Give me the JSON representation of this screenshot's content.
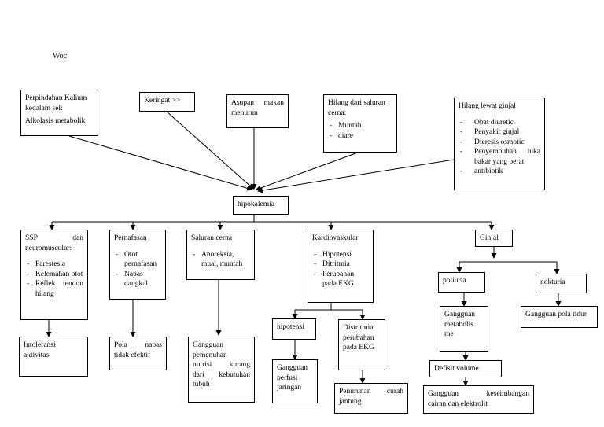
{
  "title": "Woc",
  "causes": {
    "perpindahan": {
      "line1": "Perpindahan Kalium",
      "line2": "kedalam sel:",
      "line3": "Alkolasis metabolik"
    },
    "keringat": {
      "label": "Keringat >>"
    },
    "asupan": {
      "line1": "Asupan makan",
      "line2": "menurun"
    },
    "hilang_saluran": {
      "line1": "Hilang dari saluran",
      "line2": "cerna:",
      "items": [
        "Muntah",
        "diare"
      ]
    },
    "hilang_ginjal": {
      "title": "Hilang lewat ginjal",
      "items": [
        "Obat diuretic",
        "Penyakit ginjal",
        "Dieresis osmotic",
        "Penyembuhan luka bakar yang berat",
        "antibiotik"
      ]
    }
  },
  "center": {
    "label": "hipokalemia"
  },
  "systems": {
    "ssp": {
      "line1": "SSP dan",
      "line2": "neuromuscular:",
      "items": [
        "Parestesia",
        "Kelemahan otot",
        "Reflek tendon hilang"
      ]
    },
    "pernafasan": {
      "title": "Pernafasan",
      "items": [
        "Otot pernafasan",
        "Napas dangkal"
      ]
    },
    "saluran": {
      "title": "Saluran cerna",
      "items": [
        "Anoreksia, mual, muntah"
      ]
    },
    "kardio": {
      "title": "Kardiovaskular",
      "items": [
        "Hipotensi",
        "Ditritmia",
        "Perubahan pada EKG"
      ]
    },
    "ginjal": {
      "label": "Ginjal"
    }
  },
  "outcomes": {
    "intoleransi": {
      "line1": "Intoleransi",
      "line2": "aktivitas"
    },
    "pola_napas": {
      "line1": "Pola napas",
      "line2": "tidak efektif"
    },
    "gangguan_nutrisi": {
      "line1": "Gangguan",
      "line2": "pemenuhan",
      "line3": "nutrisi kurang",
      "line4": "dari kebutuhan",
      "line5": "tubuh"
    },
    "hipotensi": {
      "label": "hipotensi"
    },
    "distritmia": {
      "line1": "Distritmia",
      "line2": "perubahan",
      "line3": "pada EKG"
    },
    "gangguan_perfusi": {
      "line1": "Gangguan",
      "line2": "perfusi",
      "line3": "jaringan"
    },
    "penurunan": {
      "line1": "Penurunan curah",
      "line2": "jantung"
    },
    "poliuria": {
      "label": "poliuria"
    },
    "nokturia": {
      "label": "nokturia"
    },
    "gangguan_metabolisme": {
      "line1": "Gangguan",
      "line2": "metabolis",
      "line3": "me"
    },
    "gangguan_pola_tidur": {
      "label": "Gangguan pola tidur"
    },
    "defisit": {
      "label": "Defisit volume"
    },
    "gangguan_keseimbangan": {
      "line1": "Gangguan keseimbangan",
      "line2": "cairan dan elektrolit"
    }
  }
}
